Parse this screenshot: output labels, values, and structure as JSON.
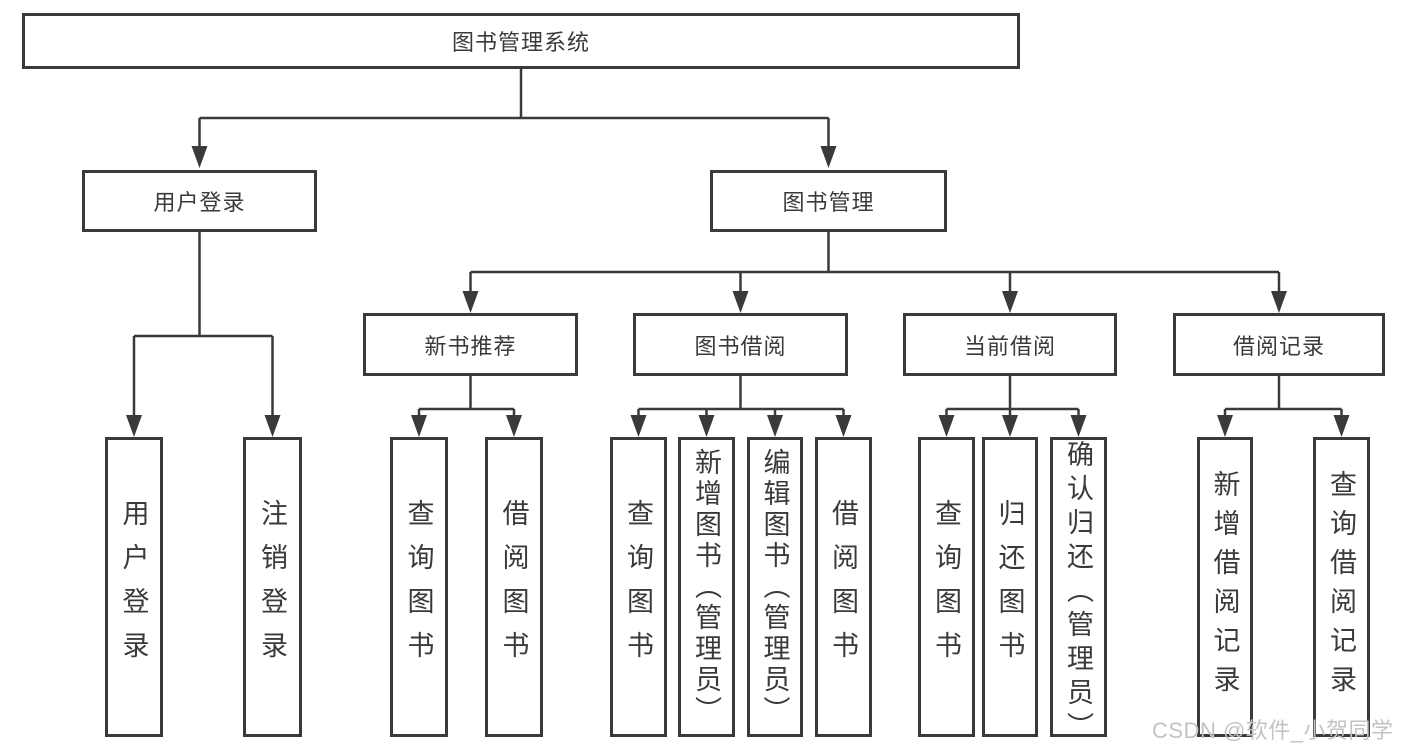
{
  "nodes": {
    "root": "图书管理系统",
    "level2": [
      "用户登录",
      "图书管理"
    ],
    "level3": [
      "新书推荐",
      "图书借阅",
      "当前借阅",
      "借阅记录"
    ],
    "leaves_user": [
      "用户登录",
      "注销登录"
    ],
    "leaves_newbook": [
      "查询图书",
      "借阅图书"
    ],
    "leaves_borrow": [
      "查询图书",
      "新增图书（管理员）",
      "编辑图书（管理员）",
      "借阅图书"
    ],
    "leaves_current": [
      "查询图书",
      "归还图书",
      "确认归还（管理员）"
    ],
    "leaves_record": [
      "新增借阅记录",
      "查询借阅记录"
    ]
  },
  "watermark": "CSDN @软件_小贺同学",
  "colors": {
    "line": "#3a3a3a",
    "text": "#3a3a3a",
    "watermark": "#c3c3c3",
    "background": "#ffffff"
  }
}
